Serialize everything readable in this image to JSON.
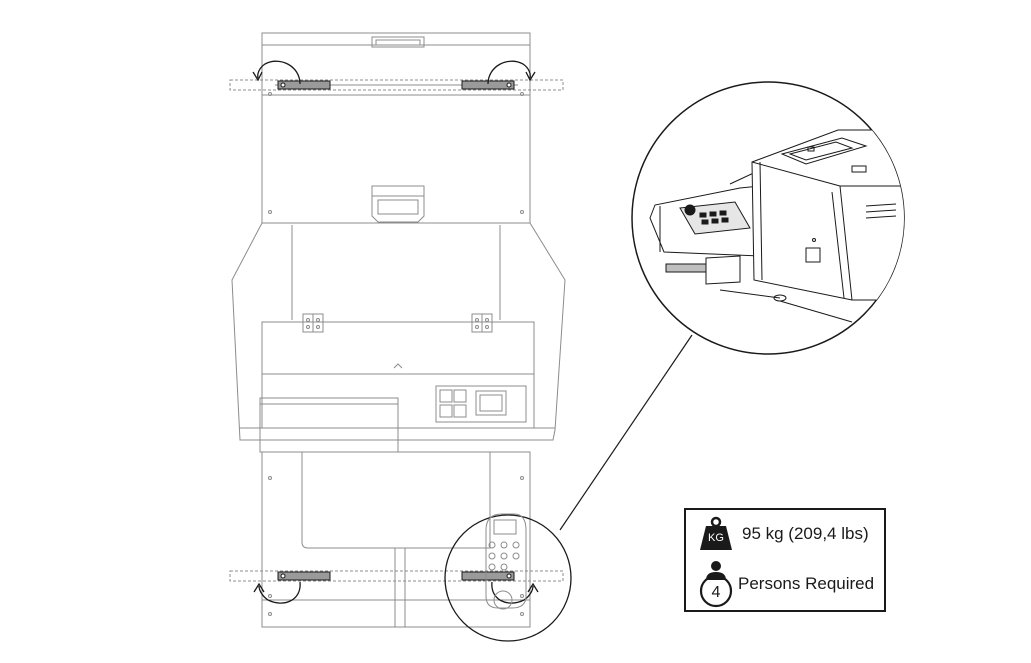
{
  "weight": {
    "icon": "weight-kg-icon",
    "icon_label": "KG",
    "text": "95 kg (209,4 lbs)"
  },
  "persons": {
    "icon": "person-count-icon",
    "count": "4",
    "text": "Persons Required"
  },
  "colors": {
    "line": "#1a1a1a",
    "light_line": "#8c8c8c",
    "handle_fill": "#9a9a9a",
    "icon_fill": "#1a1a1a"
  }
}
